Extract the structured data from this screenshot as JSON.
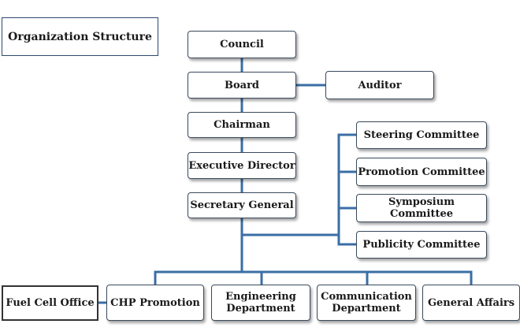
{
  "title": "Organization Structure",
  "nodes": {
    "council": "Council",
    "board": "Board",
    "auditor": "Auditor",
    "chairman": "Chairman",
    "executive_director": "Executive Director",
    "secretary_general": "Secretary General",
    "steering_committee": "Steering Committee",
    "promotion_committee": "Promotion Committee",
    "symposium_committee": "Symposium Committee",
    "publicity_committee": "Publicity Committee",
    "fuel_cell_office": "Fuel Cell Office",
    "chp_promotion": "CHP Promotion",
    "engineering_department": "Engineering\nDepartment",
    "communication_department": "Communication\nDepartment",
    "general_affairs": "General Affairs"
  },
  "colors": {
    "connector": "#3a6ea5",
    "box_border": "#3a4a5c"
  }
}
